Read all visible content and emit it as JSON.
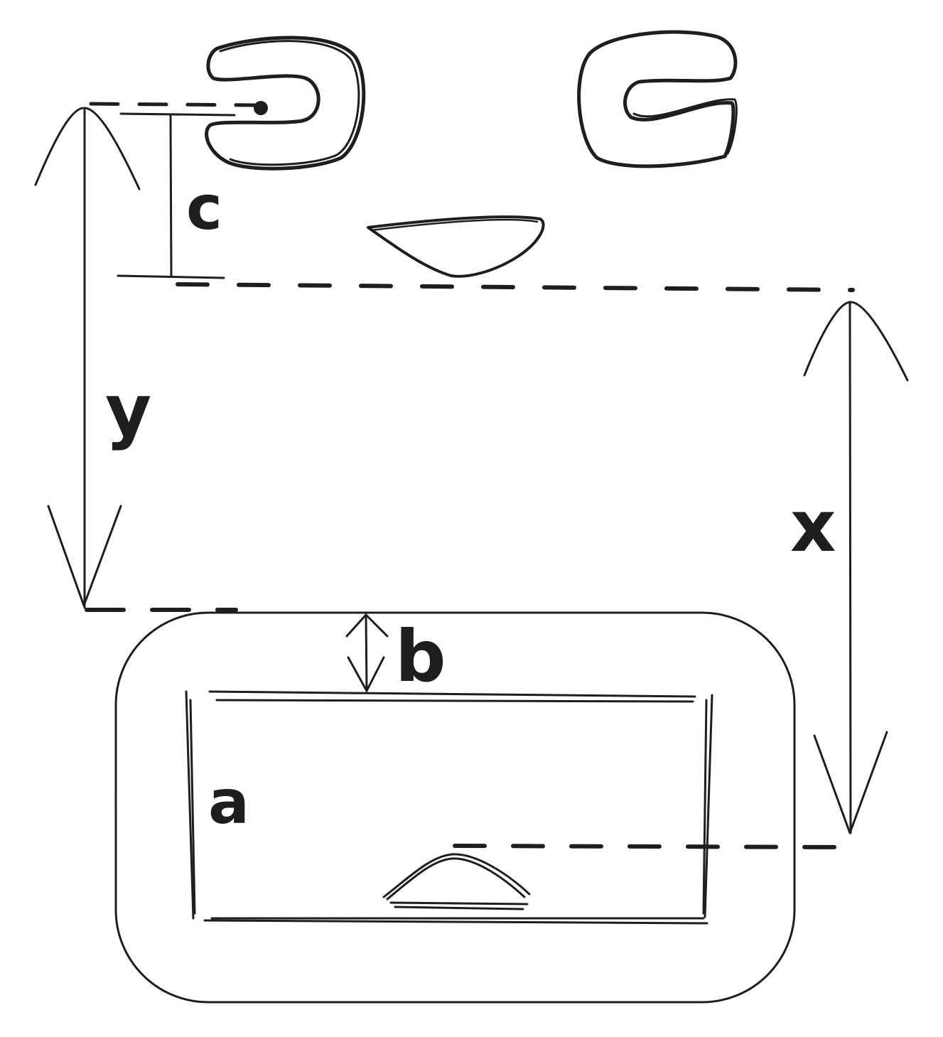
{
  "colors": {
    "background": "#ffffff",
    "ink": "#1e1e1e"
  },
  "labels": {
    "c": "c",
    "y": "y",
    "x": "x",
    "b": "b",
    "a": "a"
  }
}
